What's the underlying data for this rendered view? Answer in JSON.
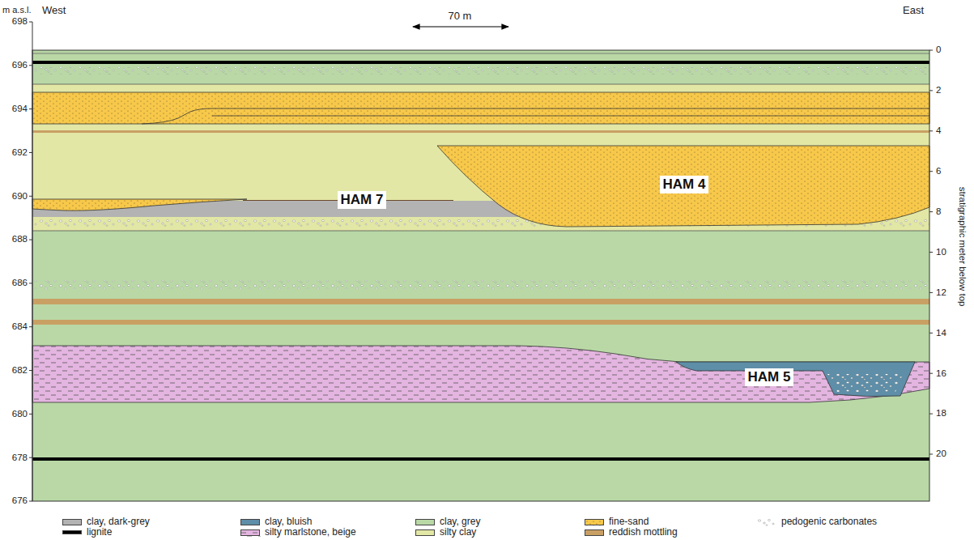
{
  "diagram": {
    "nodes": [
      {
        "text": [
          "HAM 7"
        ]
      },
      {
        "text": [
          "HAM 4"
        ]
      },
      {
        "text": [
          "HAM 5"
        ]
      }
    ],
    "labels": [
      "m a.s.l.",
      "West",
      "70 m",
      "East",
      "698",
      "696",
      "694",
      "692",
      "690",
      "688",
      "686",
      "684",
      "682",
      "680",
      "678",
      "676",
      "0",
      "2",
      "4",
      "6",
      "8",
      "10",
      "12",
      "14",
      "16",
      "18",
      "20",
      "stratigraphic meter below top"
    ],
    "legend": [
      {
        "text": "clay, dark-grey",
        "color": "#b3b3b3"
      },
      {
        "text": "lignite",
        "color": "#000000"
      },
      {
        "text": "clay, bluish",
        "color": "#5e8ea8"
      },
      {
        "text": "silty marlstone, beige",
        "color": "#e4b5e0"
      },
      {
        "text": "clay, grey",
        "color": "#b9d8a6"
      },
      {
        "text": "silty clay",
        "color": "#e2e7a5"
      },
      {
        "text": "fine-sand",
        "color": "#f7c84a"
      },
      {
        "text": "reddish mottling",
        "color": "#c9a064"
      },
      {
        "text": "pedogenic carbonates"
      }
    ]
  }
}
